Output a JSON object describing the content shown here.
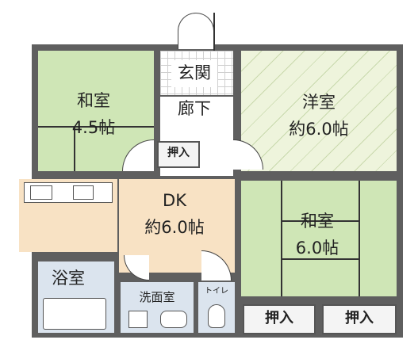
{
  "rooms": {
    "washitsu_small": {
      "name": "和室",
      "size": "4.5帖"
    },
    "genkan": {
      "name": "玄関"
    },
    "rouka": {
      "name": "廊下"
    },
    "oshiire_center": {
      "name": "押入"
    },
    "youshitsu": {
      "name": "洋室",
      "size": "約6.0帖"
    },
    "dk": {
      "name": "DK",
      "size": "約6.0帖"
    },
    "washitsu_large": {
      "name": "和室",
      "size": "6.0帖"
    },
    "yokushitsu": {
      "name": "浴室"
    },
    "senmenshitsu": {
      "name": "洗面室"
    },
    "toilet": {
      "name": "トイレ"
    },
    "oshiire_left": {
      "name": "押入"
    },
    "oshiire_right": {
      "name": "押入"
    }
  },
  "colors": {
    "washitsu": "#cfe6b6",
    "youshitsu": "#eef4dc",
    "wood": "#f8e2c4",
    "wet_area": "#dbe4ee",
    "wall": "#5f5f5f"
  }
}
